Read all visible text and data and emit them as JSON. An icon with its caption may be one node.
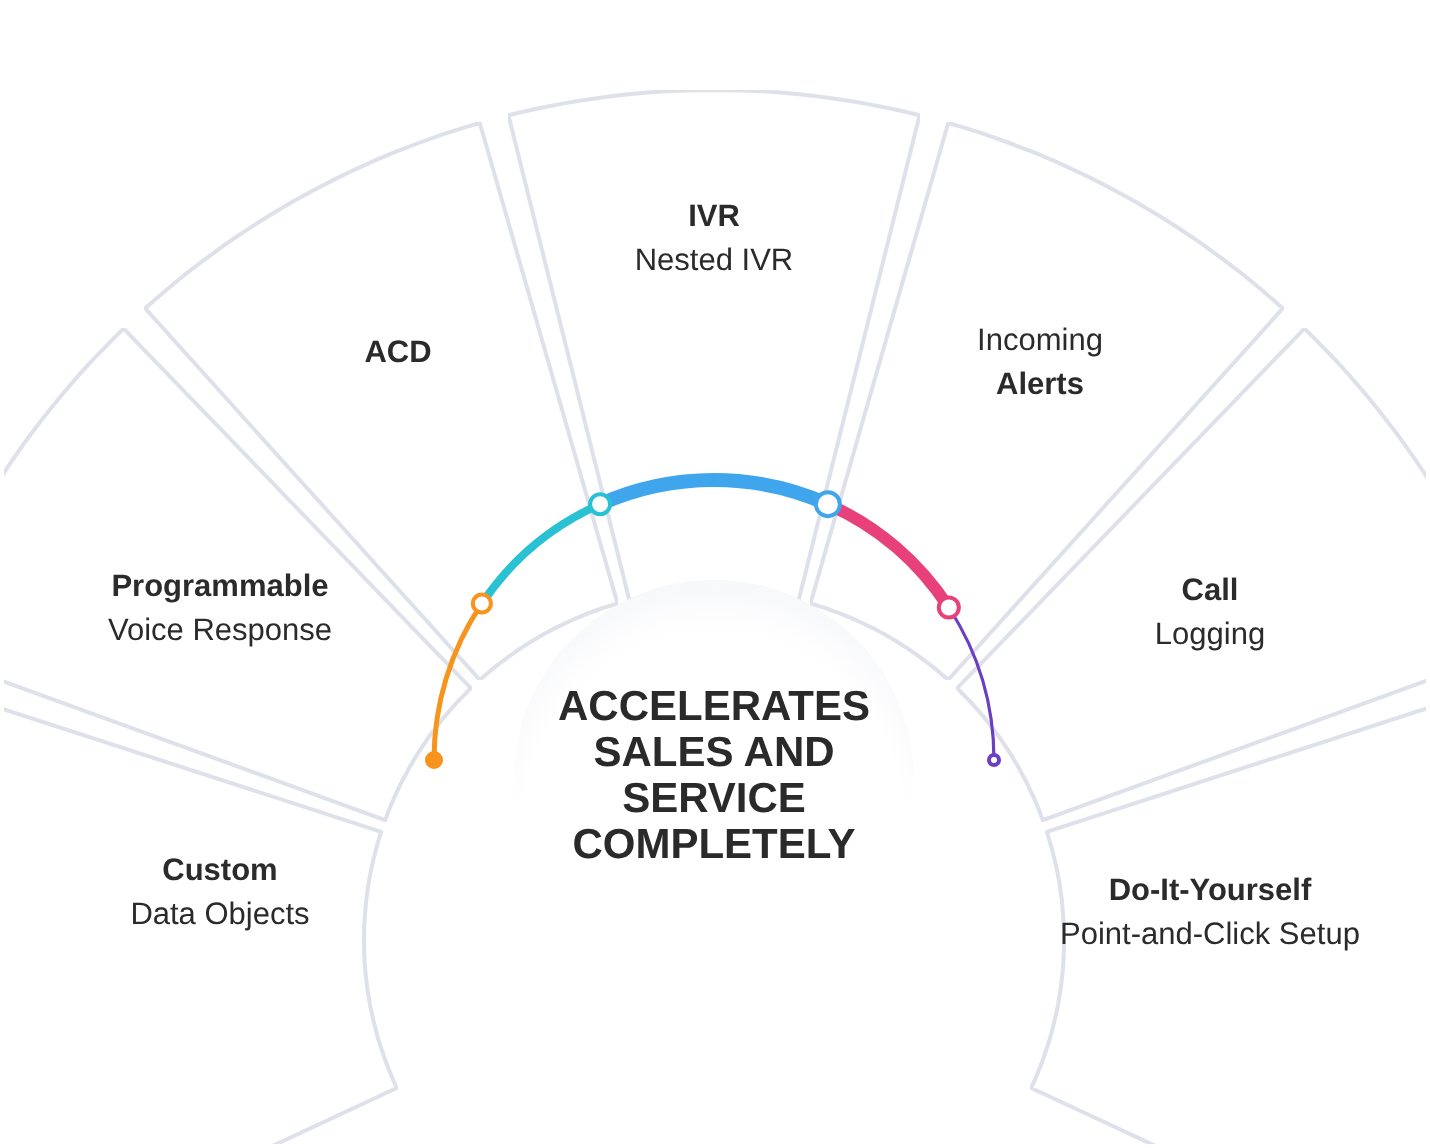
{
  "diagram": {
    "nodes": [
      {
        "text": [
          "ACCELERATES SALES AND SERVICE COMPLETELY"
        ]
      },
      {
        "text": [
          "Custom",
          "Data Objects"
        ]
      },
      {
        "text": [
          "Programmable",
          "Voice Response"
        ]
      },
      {
        "text": [
          "ACD"
        ]
      },
      {
        "text": [
          "IVR",
          "Nested IVR"
        ]
      },
      {
        "text": [
          "Incoming",
          "Alerts"
        ]
      },
      {
        "text": [
          "Call",
          "Logging"
        ]
      },
      {
        "text": [
          "Do-It-Yourself",
          "Point-and-Click Setup"
        ]
      }
    ]
  }
}
